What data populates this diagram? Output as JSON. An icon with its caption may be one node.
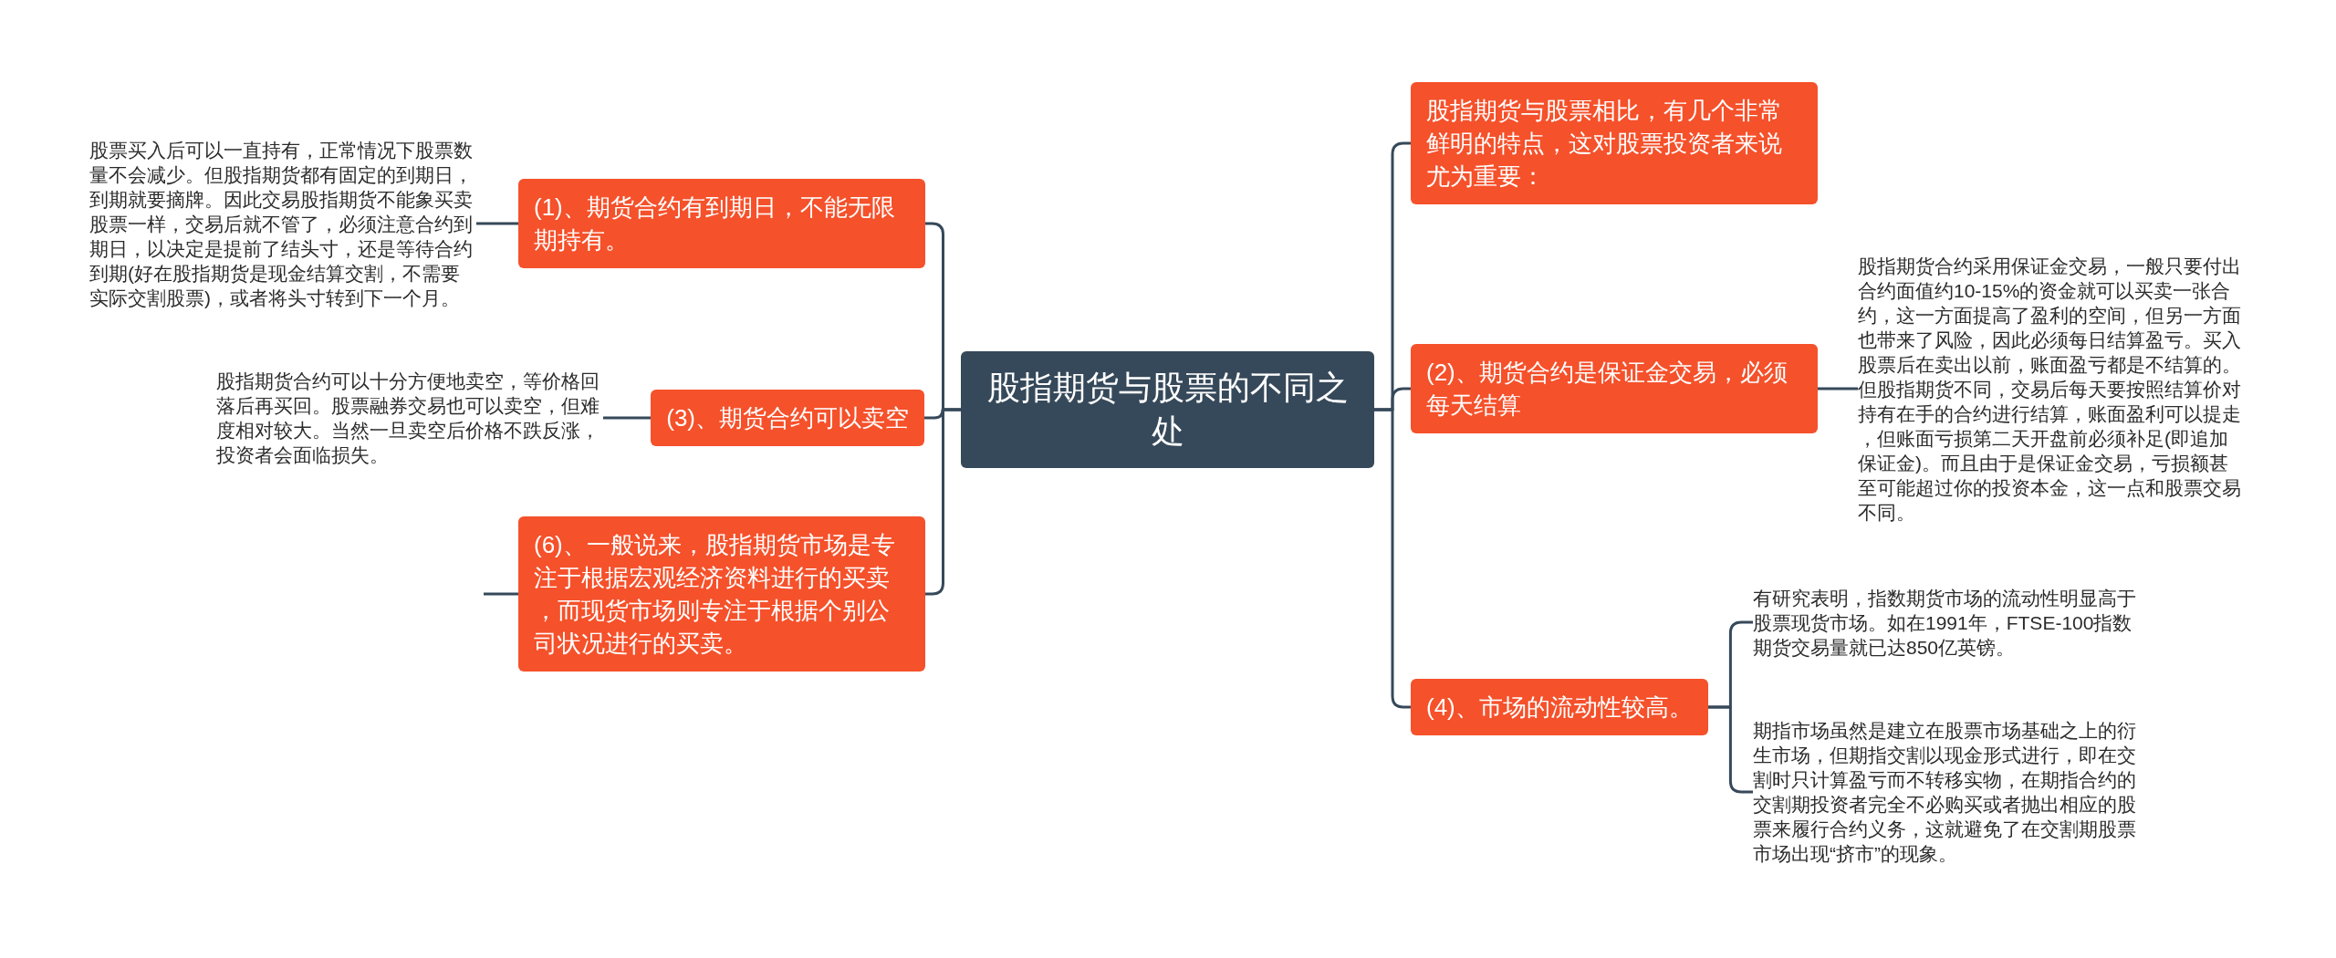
{
  "diagram": {
    "nodes": [
      {
        "text": [
          "股指期货与股票的不同之处"
        ]
      },
      {
        "text": [
          "(1)、期货合约有到期日，不能无限期持有。"
        ]
      },
      {
        "text": [
          "股票买入后可以一直持有，正常情况下股票数量不会减少。但股指期货都有固定的到期日，到期就要摘牌。因此交易股指期货不能象买卖股票一样，交易后就不管了，必须注意合约到期日，以决定是提前了结头寸，还是等待合约到期(好在股指期货是现金结算交割，不需要实际交割股票)，或者将头寸转到下一个月。"
        ]
      },
      {
        "text": [
          "(3)、期货合约可以卖空"
        ]
      },
      {
        "text": [
          "股指期货合约可以十分方便地卖空，等价格回落后再买回。股票融券交易也可以卖空，但难度相对较大。当然一旦卖空后价格不跌反涨，投资者会面临损失。"
        ]
      },
      {
        "text": [
          "(6)、一般说来，股指期货市场是专注于根据宏观经济资料进行的买卖，而现货市场则专注于根据个别公司状况进行的买卖。"
        ]
      },
      {
        "text": [
          "股指期货与股票相比，有几个非常鲜明的特点，这对股票投资者来说尤为重要："
        ]
      },
      {
        "text": [
          "(2)、期货合约是保证金交易，必须每天结算"
        ]
      },
      {
        "text": [
          "股指期货合约采用保证金交易，一般只要付出合约面值约10-15%的资金就可以买卖一张合约，这一方面提高了盈利的空间，但另一方面也带来了风险，因此必须每日结算盈亏。买入股票后在卖出以前，账面盈亏都是不结算的。但股指期货不同，交易后每天要按照结算价对持有在手的合约进行结算，账面盈利可以提走，但账面亏损第二天开盘前必须补足(即追加保证金)。而且由于是保证金交易，亏损额甚至可能超过你的投资本金，这一点和股票交易不同。"
        ]
      },
      {
        "text": [
          "(4)、市场的流动性较高。"
        ]
      },
      {
        "text": [
          "有研究表明，指数期货市场的流动性明显高于股票现货市场。如在1991年，FTSE-100指数期货交易量就已达850亿英镑。"
        ]
      },
      {
        "text": [
          "期指市场虽然是建立在股票市场基础之上的衍生市场，但期指交割以现金形式进行，即在交割时只计算盈亏而不转移实物，在期指合约的交割期投资者完全不必购买或者抛出相应的股票来履行合约义务，这就避免了在交割期股票市场出现“挤市”的现象。"
        ]
      }
    ],
    "edges": [
      {
        "from": 0,
        "to": 1,
        "arrow": "none"
      },
      {
        "from": 0,
        "to": 3,
        "arrow": "none"
      },
      {
        "from": 0,
        "to": 5,
        "arrow": "none"
      },
      {
        "from": 0,
        "to": 6,
        "arrow": "none"
      },
      {
        "from": 0,
        "to": 7,
        "arrow": "none"
      },
      {
        "from": 0,
        "to": 9,
        "arrow": "none"
      },
      {
        "from": 1,
        "to": 2,
        "arrow": "none"
      },
      {
        "from": 3,
        "to": 4,
        "arrow": "none"
      },
      {
        "from": 5,
        "to": null,
        "arrow": "none"
      },
      {
        "from": 7,
        "to": 8,
        "arrow": "none"
      },
      {
        "from": 9,
        "to": 10,
        "arrow": "none"
      },
      {
        "from": 9,
        "to": 11,
        "arrow": "none"
      }
    ]
  }
}
